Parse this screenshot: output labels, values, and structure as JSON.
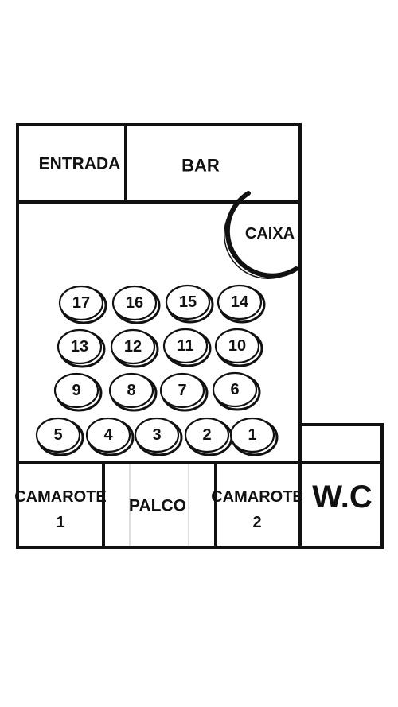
{
  "rooms": {
    "entrance": "ENTRADA",
    "bar": "BAR",
    "cashier": "CAIXA",
    "box1": [
      "CAMAROTE",
      "1"
    ],
    "stage": "PALCO",
    "box2": [
      "CAMAROTE",
      "2"
    ],
    "restroom": "W.C"
  },
  "tables": [
    "17",
    "16",
    "15",
    "14",
    "13",
    "12",
    "11",
    "10",
    "9",
    "8",
    "7",
    "6",
    "5",
    "4",
    "3",
    "2",
    "1"
  ]
}
